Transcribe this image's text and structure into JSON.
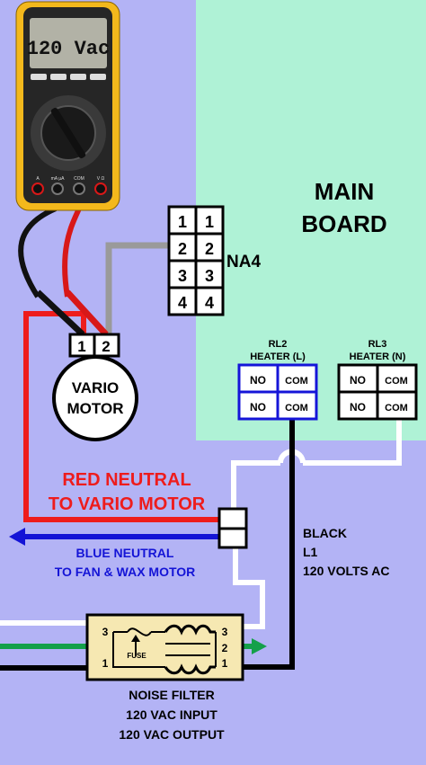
{
  "meter": {
    "display": "120 Vac",
    "terminals": [
      "A",
      "mA µA",
      "COM",
      "V Ω"
    ]
  },
  "board": {
    "line1": "MAIN",
    "line2": "BOARD"
  },
  "connector": {
    "name": "NA4",
    "rows": [
      [
        "1",
        "1"
      ],
      [
        "2",
        "2"
      ],
      [
        "3",
        "3"
      ],
      [
        "4",
        "4"
      ]
    ]
  },
  "motor": {
    "pins": [
      "1",
      "2"
    ],
    "line1": "VARIO",
    "line2": "MOTOR"
  },
  "relays": [
    {
      "code": "RL2",
      "name": "HEATER (L)",
      "color": "#1515d8",
      "cells": [
        "NO",
        "COM",
        "NO",
        "COM"
      ]
    },
    {
      "code": "RL3",
      "name": "HEATER (N)",
      "color": "#000000",
      "cells": [
        "NO",
        "COM",
        "NO",
        "COM"
      ]
    }
  ],
  "labels": {
    "red_neutral_1": "RED NEUTRAL",
    "red_neutral_2": "TO VARIO MOTOR",
    "blue_neutral_1": "BLUE NEUTRAL",
    "blue_neutral_2": "TO FAN & WAX MOTOR",
    "black_1": "BLACK",
    "black_2": "L1",
    "black_3": "120 VOLTS AC"
  },
  "filter": {
    "left_pins": [
      "3",
      "1"
    ],
    "right_pins": [
      "3",
      "2",
      "1"
    ],
    "fuse": "FUSE",
    "cap_1": "NOISE FILTER",
    "cap_2": "120 VAC INPUT",
    "cap_3": "120 VAC OUTPUT"
  },
  "colors": {
    "background": "#b3b3f5",
    "board": "#aff2d6",
    "red_wire": "#ee1c1c",
    "blue_wire": "#1414d6",
    "green_wire": "#14a04a",
    "gray_wire": "#9a9a9a",
    "meter_body": "#f3b81c",
    "label_red": "#ee1c1c",
    "label_blue": "#1414d6"
  }
}
